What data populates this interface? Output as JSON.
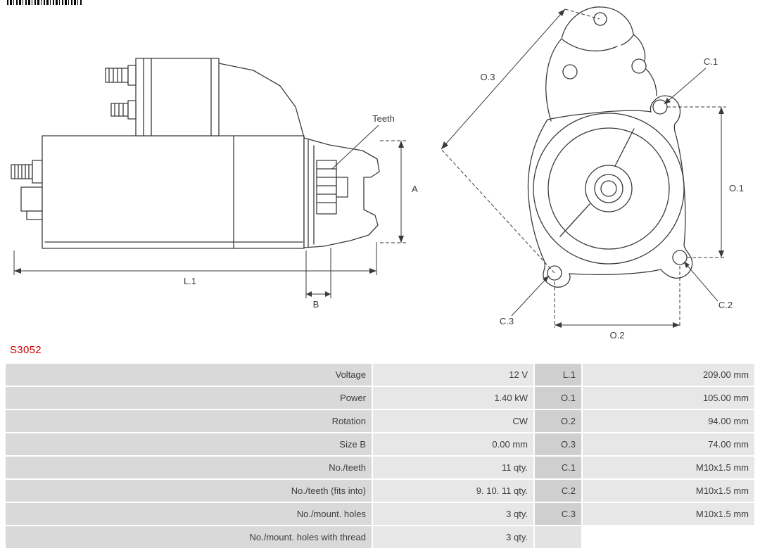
{
  "part_number": "S3052",
  "colors": {
    "accent_red": "#cc0000",
    "diagram_line": "#3a3a3a",
    "cell_label_bg": "#d9d9d9",
    "cell_value_bg": "#e7e7e7",
    "cell_code_bg": "#cfcfcf"
  },
  "diagram": {
    "side_view": {
      "teeth_label": "Teeth",
      "dim_a": "A",
      "dim_b": "B",
      "dim_l1": "L.1"
    },
    "front_view": {
      "dim_o1": "O.1",
      "dim_o2": "O.2",
      "dim_o3": "O.3",
      "dim_c1": "C.1",
      "dim_c2": "C.2",
      "dim_c3": "C.3"
    }
  },
  "spec_table": {
    "rows": [
      {
        "label": "Voltage",
        "value": "12 V",
        "dim": "L.1",
        "dim_value": "209.00 mm"
      },
      {
        "label": "Power",
        "value": "1.40 kW",
        "dim": "O.1",
        "dim_value": "105.00 mm"
      },
      {
        "label": "Rotation",
        "value": "CW",
        "dim": "O.2",
        "dim_value": "94.00 mm"
      },
      {
        "label": "Size B",
        "value": "0.00 mm",
        "dim": "O.3",
        "dim_value": "74.00 mm"
      },
      {
        "label": "No./teeth",
        "value": "11 qty.",
        "dim": "C.1",
        "dim_value": "M10x1.5 mm"
      },
      {
        "label": "No./teeth (fits into)",
        "value": "9. 10. 11 qty.",
        "dim": "C.2",
        "dim_value": "M10x1.5 mm"
      },
      {
        "label": "No./mount. holes",
        "value": "3 qty.",
        "dim": "C.3",
        "dim_value": "M10x1.5 mm"
      },
      {
        "label": "No./mount. holes with thread",
        "value": "3 qty.",
        "dim": "",
        "dim_value": ""
      }
    ]
  }
}
